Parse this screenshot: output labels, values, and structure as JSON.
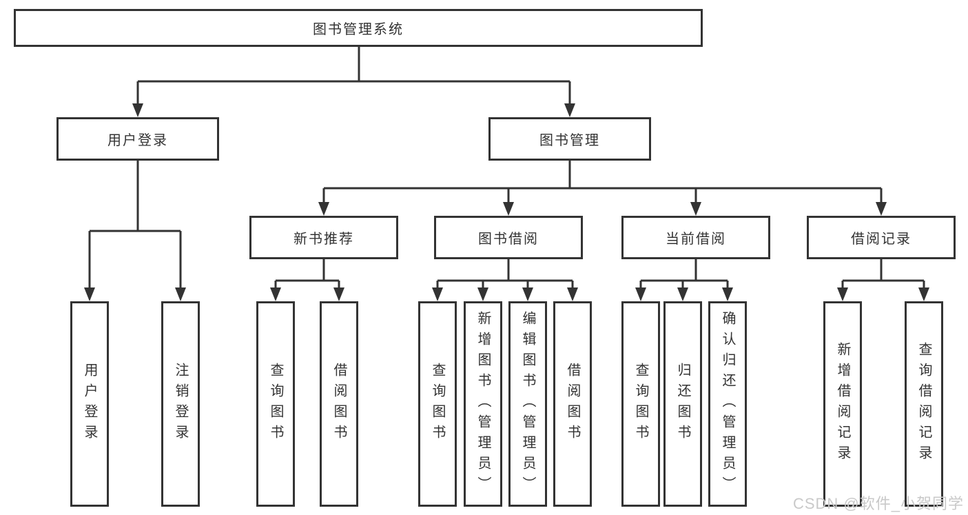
{
  "diagram": {
    "type": "hierarchy",
    "tree": {
      "label": "图书管理系统",
      "children": [
        {
          "label": "用户登录",
          "children": [
            {
              "label": "用户登录"
            },
            {
              "label": "注销登录"
            }
          ]
        },
        {
          "label": "图书管理",
          "children": [
            {
              "label": "新书推荐",
              "children": [
                {
                  "label": "查询图书"
                },
                {
                  "label": "借阅图书"
                }
              ]
            },
            {
              "label": "图书借阅",
              "children": [
                {
                  "label": "查询图书"
                },
                {
                  "label": "新增图书（管理员）"
                },
                {
                  "label": "编辑图书（管理员）"
                },
                {
                  "label": "借阅图书"
                }
              ]
            },
            {
              "label": "当前借阅",
              "children": [
                {
                  "label": "查询图书"
                },
                {
                  "label": "归还图书"
                },
                {
                  "label": "确认归还（管理员）"
                }
              ]
            },
            {
              "label": "借阅记录",
              "children": [
                {
                  "label": "新增借阅记录"
                },
                {
                  "label": "查询借阅记录"
                }
              ]
            }
          ]
        }
      ]
    },
    "colors": {
      "line": "#333333",
      "box_background": "#ffffff",
      "text": "#333333",
      "watermark": "#c9c9c9"
    }
  },
  "watermark": {
    "text": "CSDN @软件_小贺同学"
  }
}
